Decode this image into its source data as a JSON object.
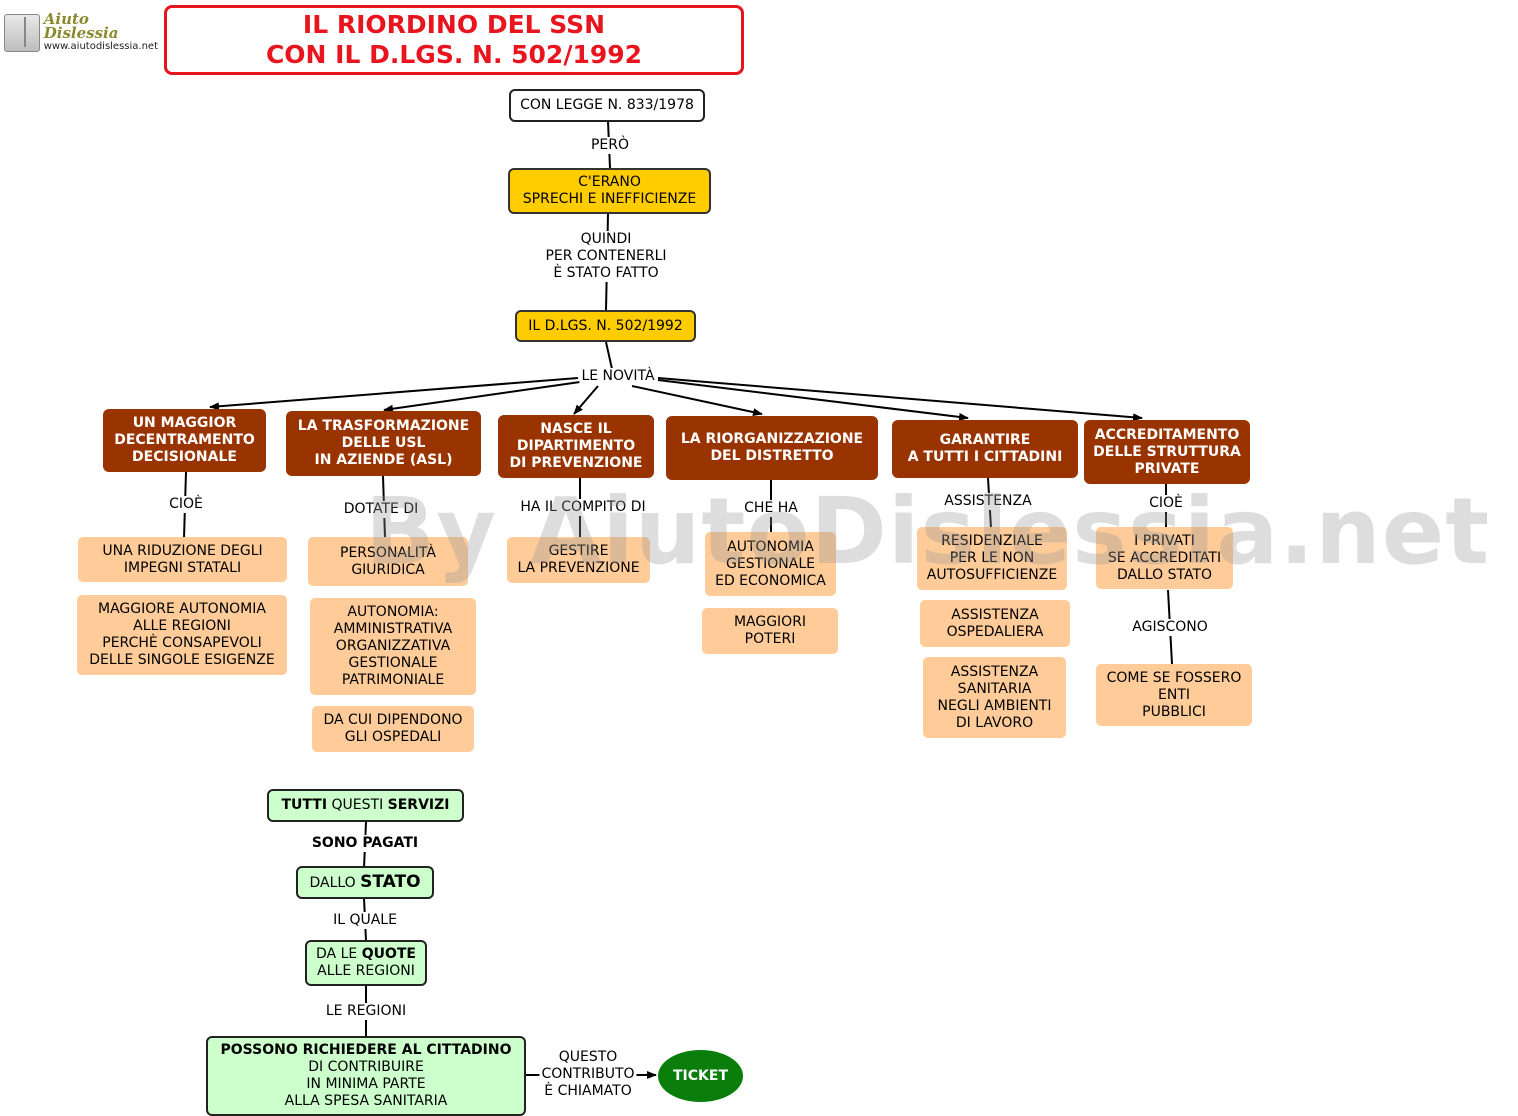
{
  "header": {
    "logo_name": "Aiuto Dislessia",
    "logo_url": "www.aiutodislessia.net",
    "title_line1": "IL RIORDINO DEL SSN",
    "title_line2": "CON IL D.LGS. N. 502/1992"
  },
  "watermark": "By AiutoDislessia.net",
  "top": {
    "legge": "CON LEGGE N. 833/1978",
    "pero": "PERÒ",
    "sprechi_1": "C'ERANO",
    "sprechi_2": "SPRECHI E INEFFICIENZE",
    "quindi_1": "QUINDI",
    "quindi_2": "PER CONTENERLI",
    "quindi_3": "È STATO FATTO",
    "dlgs": "IL D.LGS. N. 502/1992",
    "novita": "LE NOVITÀ"
  },
  "branches": {
    "b1": {
      "l1": "UN MAGGIOR",
      "l2": "DECENTRAMENTO",
      "l3": "DECISIONALE",
      "link": "CIOÈ",
      "c1": {
        "l1": "UNA RIDUZIONE DEGLI",
        "l2": "IMPEGNI STATALI"
      },
      "c2": {
        "l1": "MAGGIORE AUTONOMIA",
        "l2": "ALLE REGIONI",
        "l3": "PERCHÈ CONSAPEVOLI",
        "l4": "DELLE SINGOLE ESIGENZE"
      }
    },
    "b2": {
      "l1": "LA  TRASFORMAZIONE",
      "l2": "DELLE USL",
      "l3": "IN AZIENDE (ASL)",
      "link": "DOTATE DI",
      "c1": {
        "l1": "PERSONALITÀ",
        "l2": "GIURIDICA"
      },
      "c2": {
        "l1": "AUTONOMIA:",
        "l2": "AMMINISTRATIVA",
        "l3": "ORGANIZZATIVA",
        "l4": "GESTIONALE",
        "l5": "PATRIMONIALE"
      },
      "c3": {
        "l1": "DA CUI DIPENDONO",
        "l2": "GLI OSPEDALI"
      }
    },
    "b3": {
      "l1": "NASCE IL",
      "l2": "DIPARTIMENTO",
      "l3": "DI PREVENZIONE",
      "link": "HA IL COMPITO DI",
      "c1": {
        "l1": "GESTIRE",
        "l2": "LA PREVENZIONE"
      }
    },
    "b4": {
      "l1": "LA RIORGANIZZAZIONE",
      "l2": "DEL DISTRETTO",
      "link": "CHE HA",
      "c1": {
        "l1": "AUTONOMIA",
        "l2": "GESTIONALE",
        "l3": "ED ECONOMICA"
      },
      "c2": {
        "l1": "MAGGIORI",
        "l2": "POTERI"
      }
    },
    "b5": {
      "l1": "GARANTIRE",
      "l2": "A TUTTI I CITTADINI",
      "link": "ASSISTENZA",
      "c1": {
        "l1": "RESIDENZIALE",
        "l2": "PER LE NON",
        "l3": "AUTOSUFFICIENZE"
      },
      "c2": {
        "l1": "ASSISTENZA",
        "l2": "OSPEDALIERA"
      },
      "c3": {
        "l1": "ASSISTENZA",
        "l2": "SANITARIA",
        "l3": "NEGLI AMBIENTI",
        "l4": "DI LAVORO"
      }
    },
    "b6": {
      "l1": "ACCREDITAMENTO",
      "l2": "DELLE STRUTTURA",
      "l3": "PRIVATE",
      "link": "CIOÈ",
      "c1": {
        "l1": "I PRIVATI",
        "l2": "SE ACCREDITATI",
        "l3": "DALLO STATO"
      },
      "link2": "AGISCONO",
      "c2": {
        "l1": "COME SE FOSSERO",
        "l2": "ENTI",
        "l3": "PUBBLICI"
      }
    }
  },
  "bottom": {
    "servizi_b1": "TUTTI",
    "servizi_n": " QUESTI ",
    "servizi_b2": "SERVIZI",
    "pagati": "SONO PAGATI",
    "stato_pre": "DALLO ",
    "stato_b": "STATO",
    "il_quale": "IL QUALE",
    "quote_pre": "DA LE ",
    "quote_b": "QUOTE",
    "quote_l2": "ALLE REGIONI",
    "le_regioni": "LE REGIONI",
    "possono_l1": "POSSONO RICHIEDERE AL CITTADINO",
    "possono_l2": "DI CONTRIBUIRE",
    "possono_l3": "IN MINIMA PARTE",
    "possono_l4": "ALLA SPESA SANITARIA",
    "questo_1": "QUESTO",
    "questo_2": "CONTRIBUTO",
    "questo_3": "È CHIAMATO",
    "ticket": "TICKET"
  }
}
